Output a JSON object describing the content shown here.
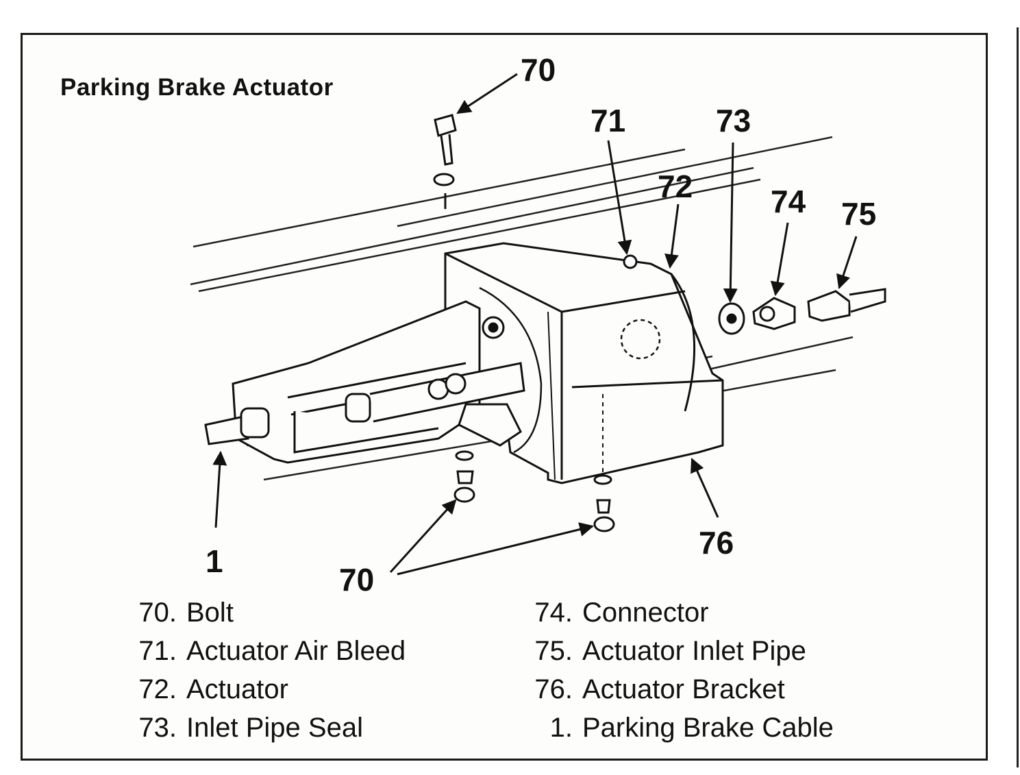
{
  "figure": {
    "title": "Parking Brake Actuator",
    "callouts": {
      "c70_top": "70",
      "c71": "71",
      "c72": "72",
      "c73": "73",
      "c74": "74",
      "c75": "75",
      "c76": "76",
      "c1": "1",
      "c70_bottom": "70"
    }
  },
  "legend": {
    "left": [
      {
        "num": "70.",
        "name": "Bolt"
      },
      {
        "num": "71.",
        "name": "Actuator Air Bleed"
      },
      {
        "num": "72.",
        "name": "Actuator"
      },
      {
        "num": "73.",
        "name": "Inlet Pipe Seal"
      }
    ],
    "right": [
      {
        "num": "74.",
        "name": "Connector"
      },
      {
        "num": "75.",
        "name": "Actuator Inlet Pipe"
      },
      {
        "num": "76.",
        "name": "Actuator Bracket"
      },
      {
        "num": "1.",
        "name": "Parking Brake Cable"
      }
    ]
  }
}
